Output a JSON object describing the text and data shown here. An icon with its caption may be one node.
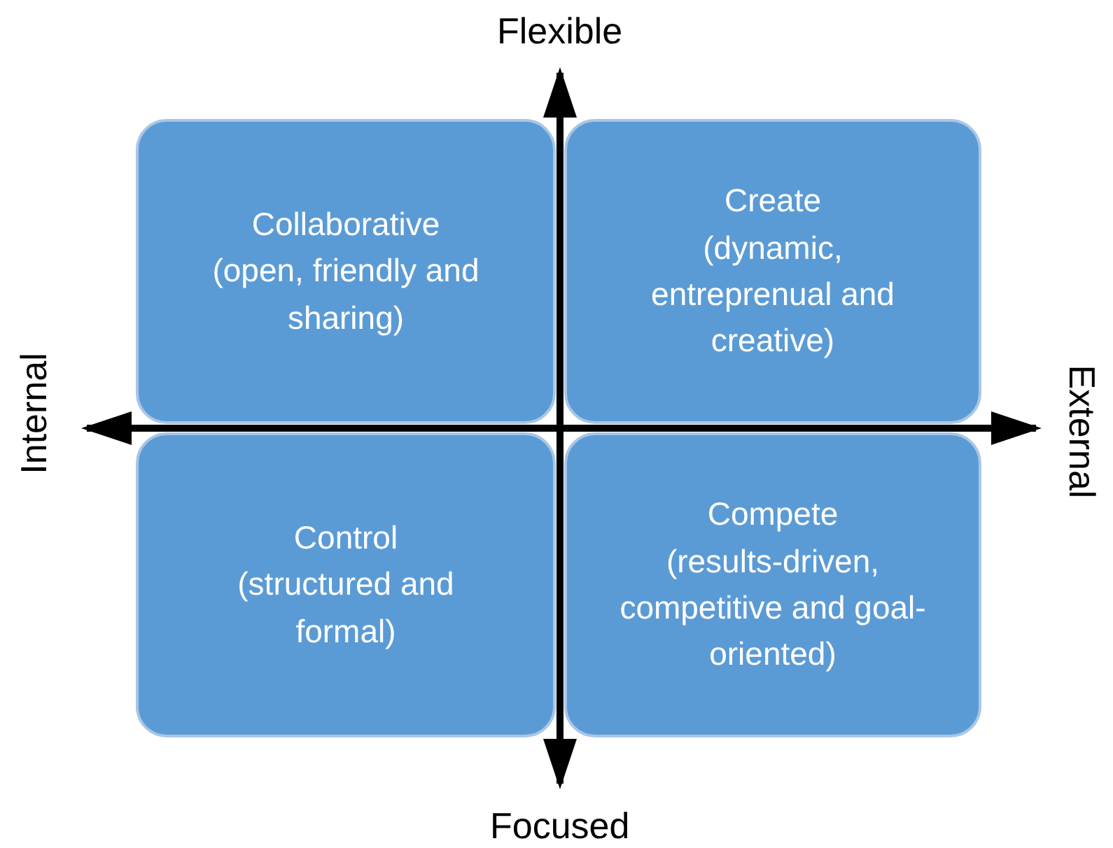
{
  "diagram": {
    "nodes": [
      {
        "text": [
          "Collaborative",
          "(open, friendly and sharing)"
        ]
      },
      {
        "text": [
          "Create",
          "(dynamic, entreprenual and creative)"
        ]
      },
      {
        "text": [
          "Control",
          "(structured and formal)"
        ]
      },
      {
        "text": [
          "Compete",
          "(results-driven, competitive and goal-oriented)"
        ]
      }
    ],
    "labels": [
      "Flexible",
      "Internal",
      "External",
      "Focused"
    ]
  }
}
